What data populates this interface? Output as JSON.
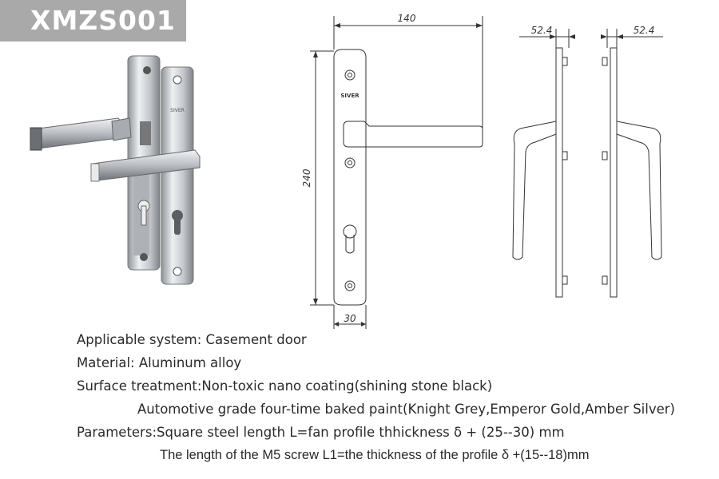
{
  "badge": {
    "model": "XMZS001"
  },
  "product": {
    "plate_brand": "SIVER"
  },
  "dimensions": {
    "width": "140",
    "height": "240",
    "plate_width": "30",
    "side_depth_left": "52.4",
    "side_depth_right": "52.4"
  },
  "specs": [
    "Applicable system: Casement door",
    "Material: Aluminum alloy",
    "Surface treatment:Non-toxic nano coating(shining stone black)",
    "Automotive grade four-time baked paint(Knight Grey,Emperor Gold,Amber Silver)",
    "Parameters:Square steel length L=fan profile thhickness δ + (25--30) mm",
    "The length of the M5 screw L1=the thickness of the profile δ +(15--18)mm"
  ],
  "colors": {
    "badge_bg": "#a9a9a9",
    "line": "#333333",
    "metal": "#c9ccd0"
  }
}
